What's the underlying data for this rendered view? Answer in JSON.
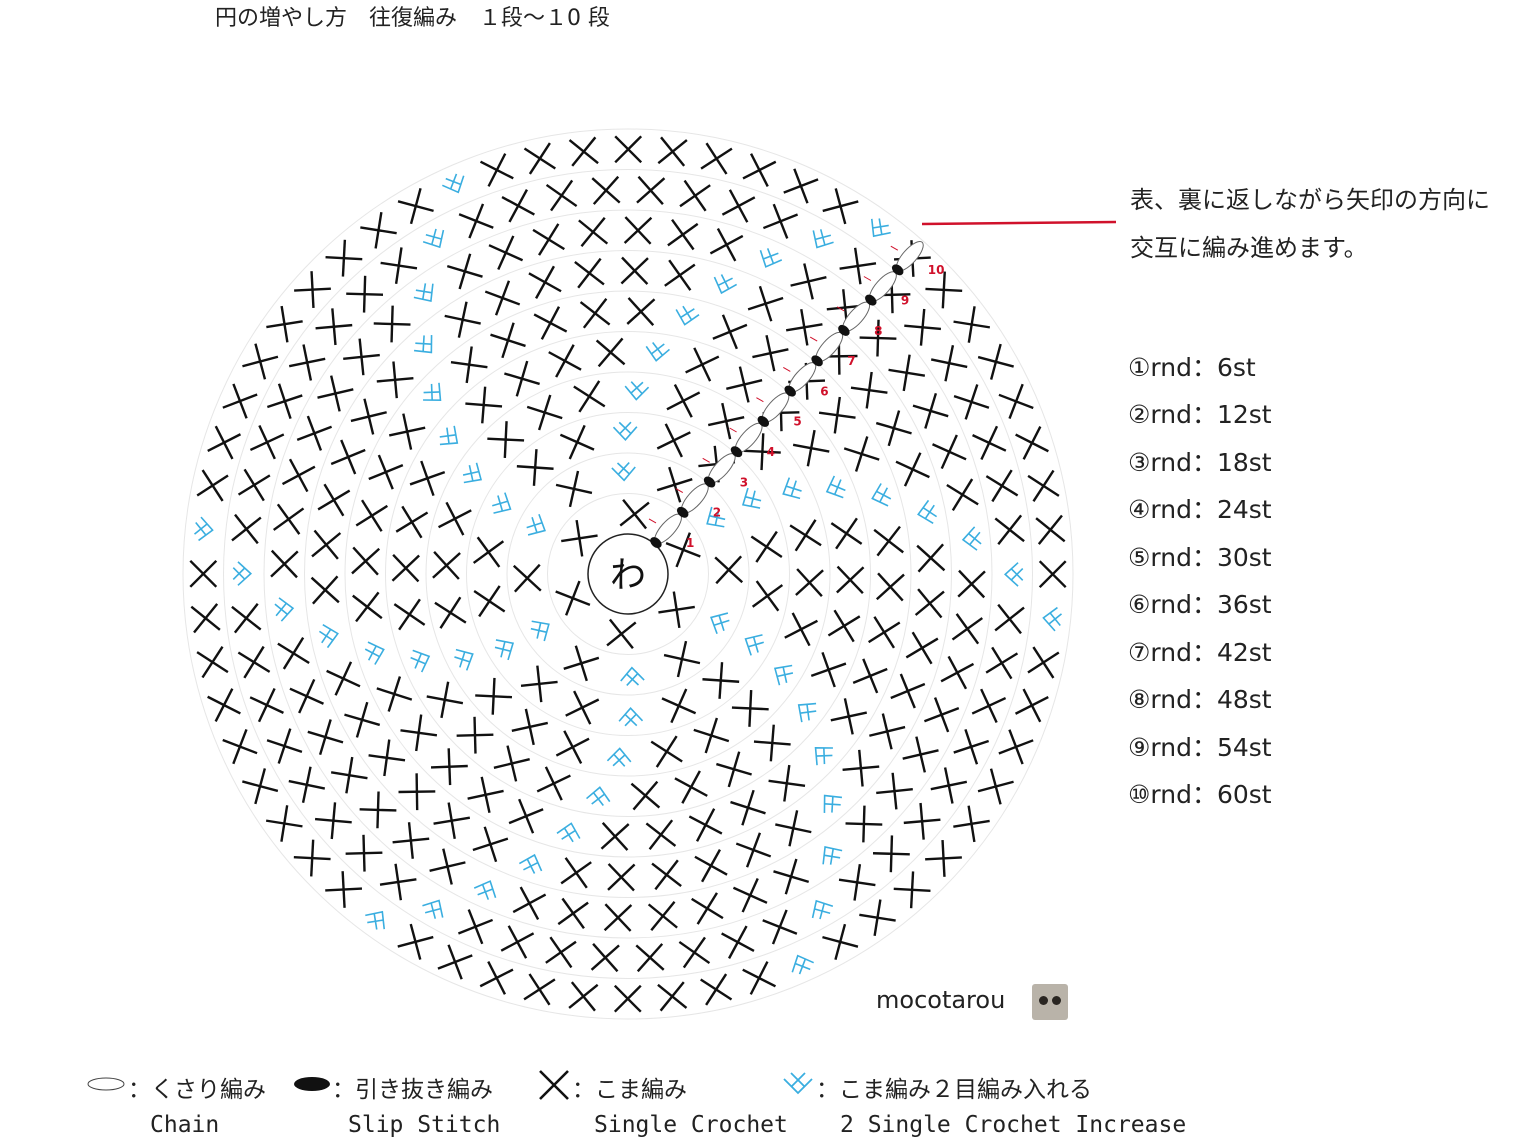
{
  "title": "円の増やし方　往復編み　１段～１0 段",
  "note": {
    "line1": "表、裏に返しながら矢印の方向に",
    "line2": "交互に編み進めます。",
    "accent_color": "#d0112b"
  },
  "center_label": "わ",
  "step_labels": [
    "1",
    "2",
    "3",
    "4",
    "5",
    "6",
    "7",
    "8",
    "9",
    "10"
  ],
  "rounds": [
    {
      "label": "①rnd：6st",
      "stitches": 6
    },
    {
      "label": "②rnd：12st",
      "stitches": 12
    },
    {
      "label": "③rnd：18st",
      "stitches": 18
    },
    {
      "label": "④rnd：24st",
      "stitches": 24
    },
    {
      "label": "⑤rnd：30st",
      "stitches": 30
    },
    {
      "label": "⑥rnd：36st",
      "stitches": 36
    },
    {
      "label": "⑦rnd：42st",
      "stitches": 42
    },
    {
      "label": "⑧rnd：48st",
      "stitches": 48
    },
    {
      "label": "⑨rnd：54st",
      "stitches": 54
    },
    {
      "label": "⑩rnd：60st",
      "stitches": 60
    }
  ],
  "credit": "mocotarou",
  "colors": {
    "single_crochet": "#111111",
    "increase": "#3aaee0",
    "ring": "#e6e6e6",
    "slip": "#111111"
  },
  "legend": [
    {
      "symbol": "chain-icon",
      "jp": "：くさり編み",
      "en": "Chain"
    },
    {
      "symbol": "slip-stitch-icon",
      "jp": "：引き抜き編み",
      "en": "Slip Stitch"
    },
    {
      "symbol": "single-crochet-icon",
      "jp": "：こま編み",
      "en": "Single Crochet"
    },
    {
      "symbol": "increase-icon",
      "jp": "：こま編み２目編み入れる",
      "en": "2 Single Crochet Increase"
    }
  ]
}
